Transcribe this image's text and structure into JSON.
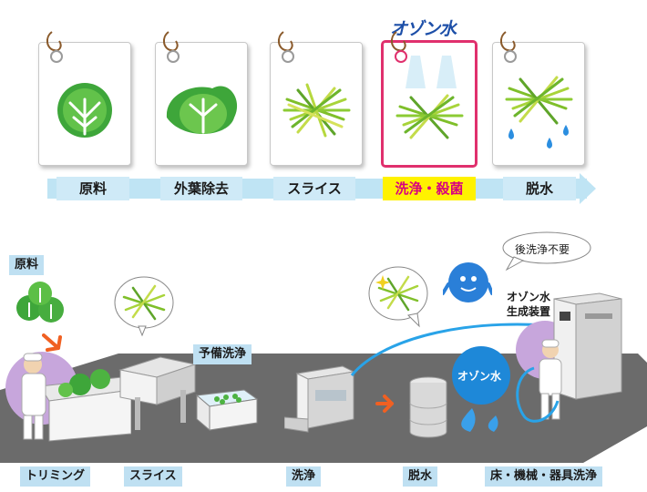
{
  "top_flow": {
    "ozone_title": "オゾン水",
    "steps": [
      {
        "label": "原料",
        "icon": "cabbage-icon",
        "highlight": false
      },
      {
        "label": "外葉除去",
        "icon": "cabbage-open-icon",
        "highlight": false
      },
      {
        "label": "スライス",
        "icon": "shredded-cabbage-icon",
        "highlight": false
      },
      {
        "label": "洗浄・殺菌",
        "icon": "ozone-spray-icon",
        "highlight": true
      },
      {
        "label": "脱水",
        "icon": "dewatering-icon",
        "highlight": false
      }
    ],
    "colors": {
      "band": "#bfe4f4",
      "highlight_border": "#e0306d",
      "highlight_bg": "#fff200",
      "highlight_text": "#d8007f"
    }
  },
  "scene": {
    "labels": {
      "raw": "原料",
      "prewash": "予備洗浄",
      "trimming": "トリミング",
      "slice": "スライス",
      "wash": "洗浄",
      "dewater": "脱水",
      "floor_wash": "床・機械・器具洗浄"
    },
    "speech_bubble": "後洗浄不要",
    "generator_label_line1": "オゾン水",
    "generator_label_line2": "生成装置",
    "ozone_drop_label": "オゾン水",
    "colors": {
      "floor": "#6b6b6b",
      "label_bg": "#bfe0f2",
      "pipe": "#29a3e8",
      "drop": "#1e88d8",
      "aura": "#c7a6dc"
    }
  }
}
